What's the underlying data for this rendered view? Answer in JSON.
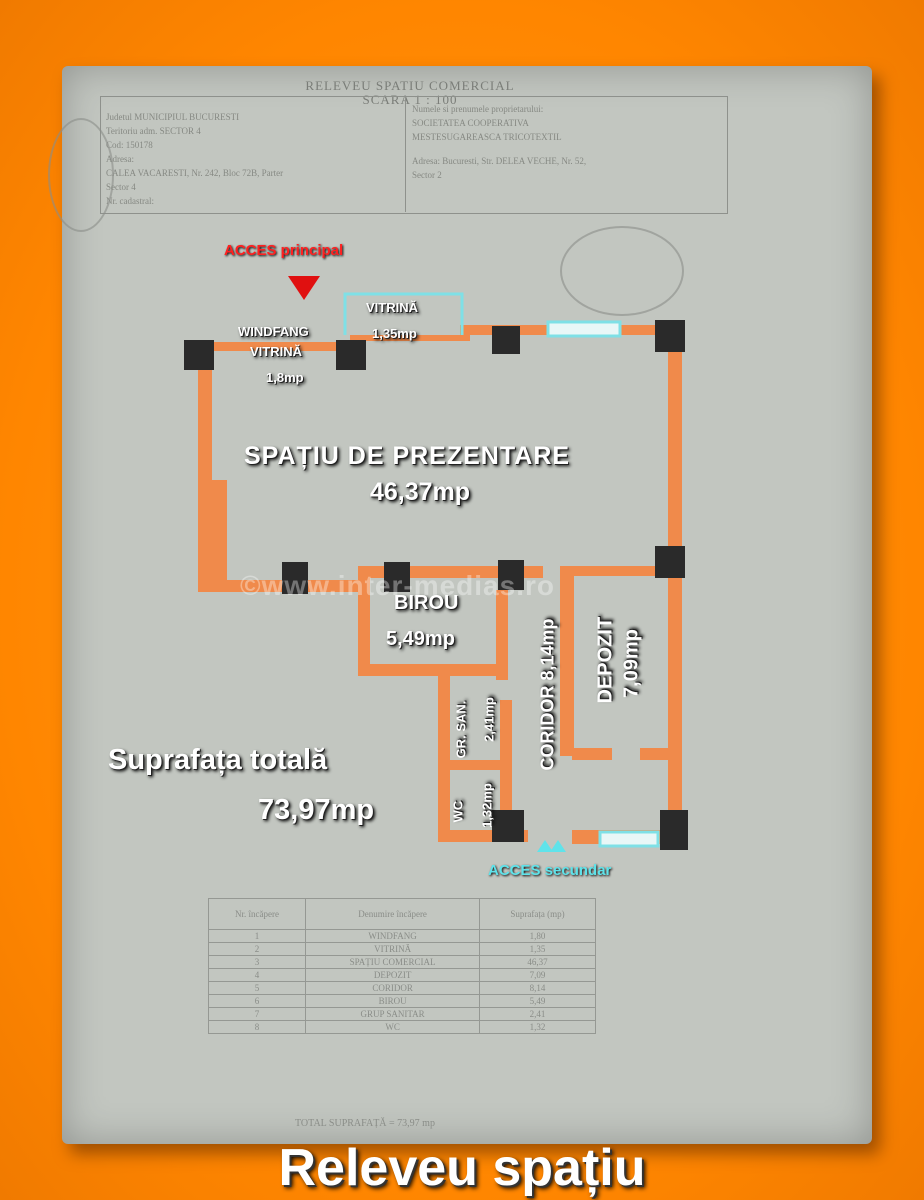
{
  "document": {
    "title": "RELEVEU SPATIU COMERCIAL",
    "scale": "SCARA 1 : 100",
    "left_info": [
      "Judetul MUNICIPIUL BUCURESTI",
      "Teritoriu adm. SECTOR 4",
      "Cod: 150178",
      "Adresa:",
      "CALEA VACARESTI, Nr. 242, Bloc 72B, Parter",
      "Sector 4",
      "Nr. cadastral:"
    ],
    "right_info": [
      "Numele si prenumele proprietarului:",
      "SOCIETATEA COOPERATIVA",
      "MESTESUGAREASCA TRICOTEXTIL",
      "Adresa: Bucuresti, Str. DELEA VECHE, Nr. 52,",
      "Sector 2"
    ],
    "table": {
      "headers": [
        "Nr. încăpere",
        "Denumire încăpere",
        "Suprafața (mp)"
      ],
      "rows": [
        [
          "1",
          "WINDFANG",
          "1,80"
        ],
        [
          "2",
          "VITRINĂ",
          "1,35"
        ],
        [
          "3",
          "SPAȚIU COMERCIAL",
          "46,37"
        ],
        [
          "4",
          "DEPOZIT",
          "7,09"
        ],
        [
          "5",
          "CORIDOR",
          "8,14"
        ],
        [
          "6",
          "BIROU",
          "5,49"
        ],
        [
          "7",
          "GRUP SANITAR",
          "2,41"
        ],
        [
          "8",
          "WC",
          "1,32"
        ]
      ],
      "total": "TOTAL SUPRAFAȚĂ = 73,97 mp"
    }
  },
  "rooms": {
    "windfang_line1": "WINDFANG",
    "windfang_line2": "VITRINĂ",
    "windfang_area": "1,8mp",
    "vitrina_name": "VITRINĂ",
    "vitrina_area": "1,35mp",
    "presentation_name": "SPAȚIU DE PREZENTARE",
    "presentation_area": "46,37mp",
    "birou_name": "BIROU",
    "birou_area": "5,49mp",
    "coridor": "CORIDOR  8,14mp",
    "depozit_name": "DEPOZIT",
    "depozit_area": "7,09mp",
    "grsan_name": "GR. SAN.",
    "grsan_area": "2,41mp",
    "wc_name": "WC",
    "wc_area": "1,32mp"
  },
  "access": {
    "main": "ACCES principal",
    "secondary": "ACCES secundar"
  },
  "totals": {
    "label": "Suprafața totală",
    "value": "73,97mp"
  },
  "watermark": "©www.inter-medias.ro",
  "footer_title": "Releveu spațiu",
  "colors": {
    "background": "#ff8a00",
    "walls": "#f08a4b",
    "pillars": "#2a2a2a",
    "window": "#9ee6ee",
    "main_access": "#e01010",
    "secondary_access": "#5fe3ea"
  }
}
